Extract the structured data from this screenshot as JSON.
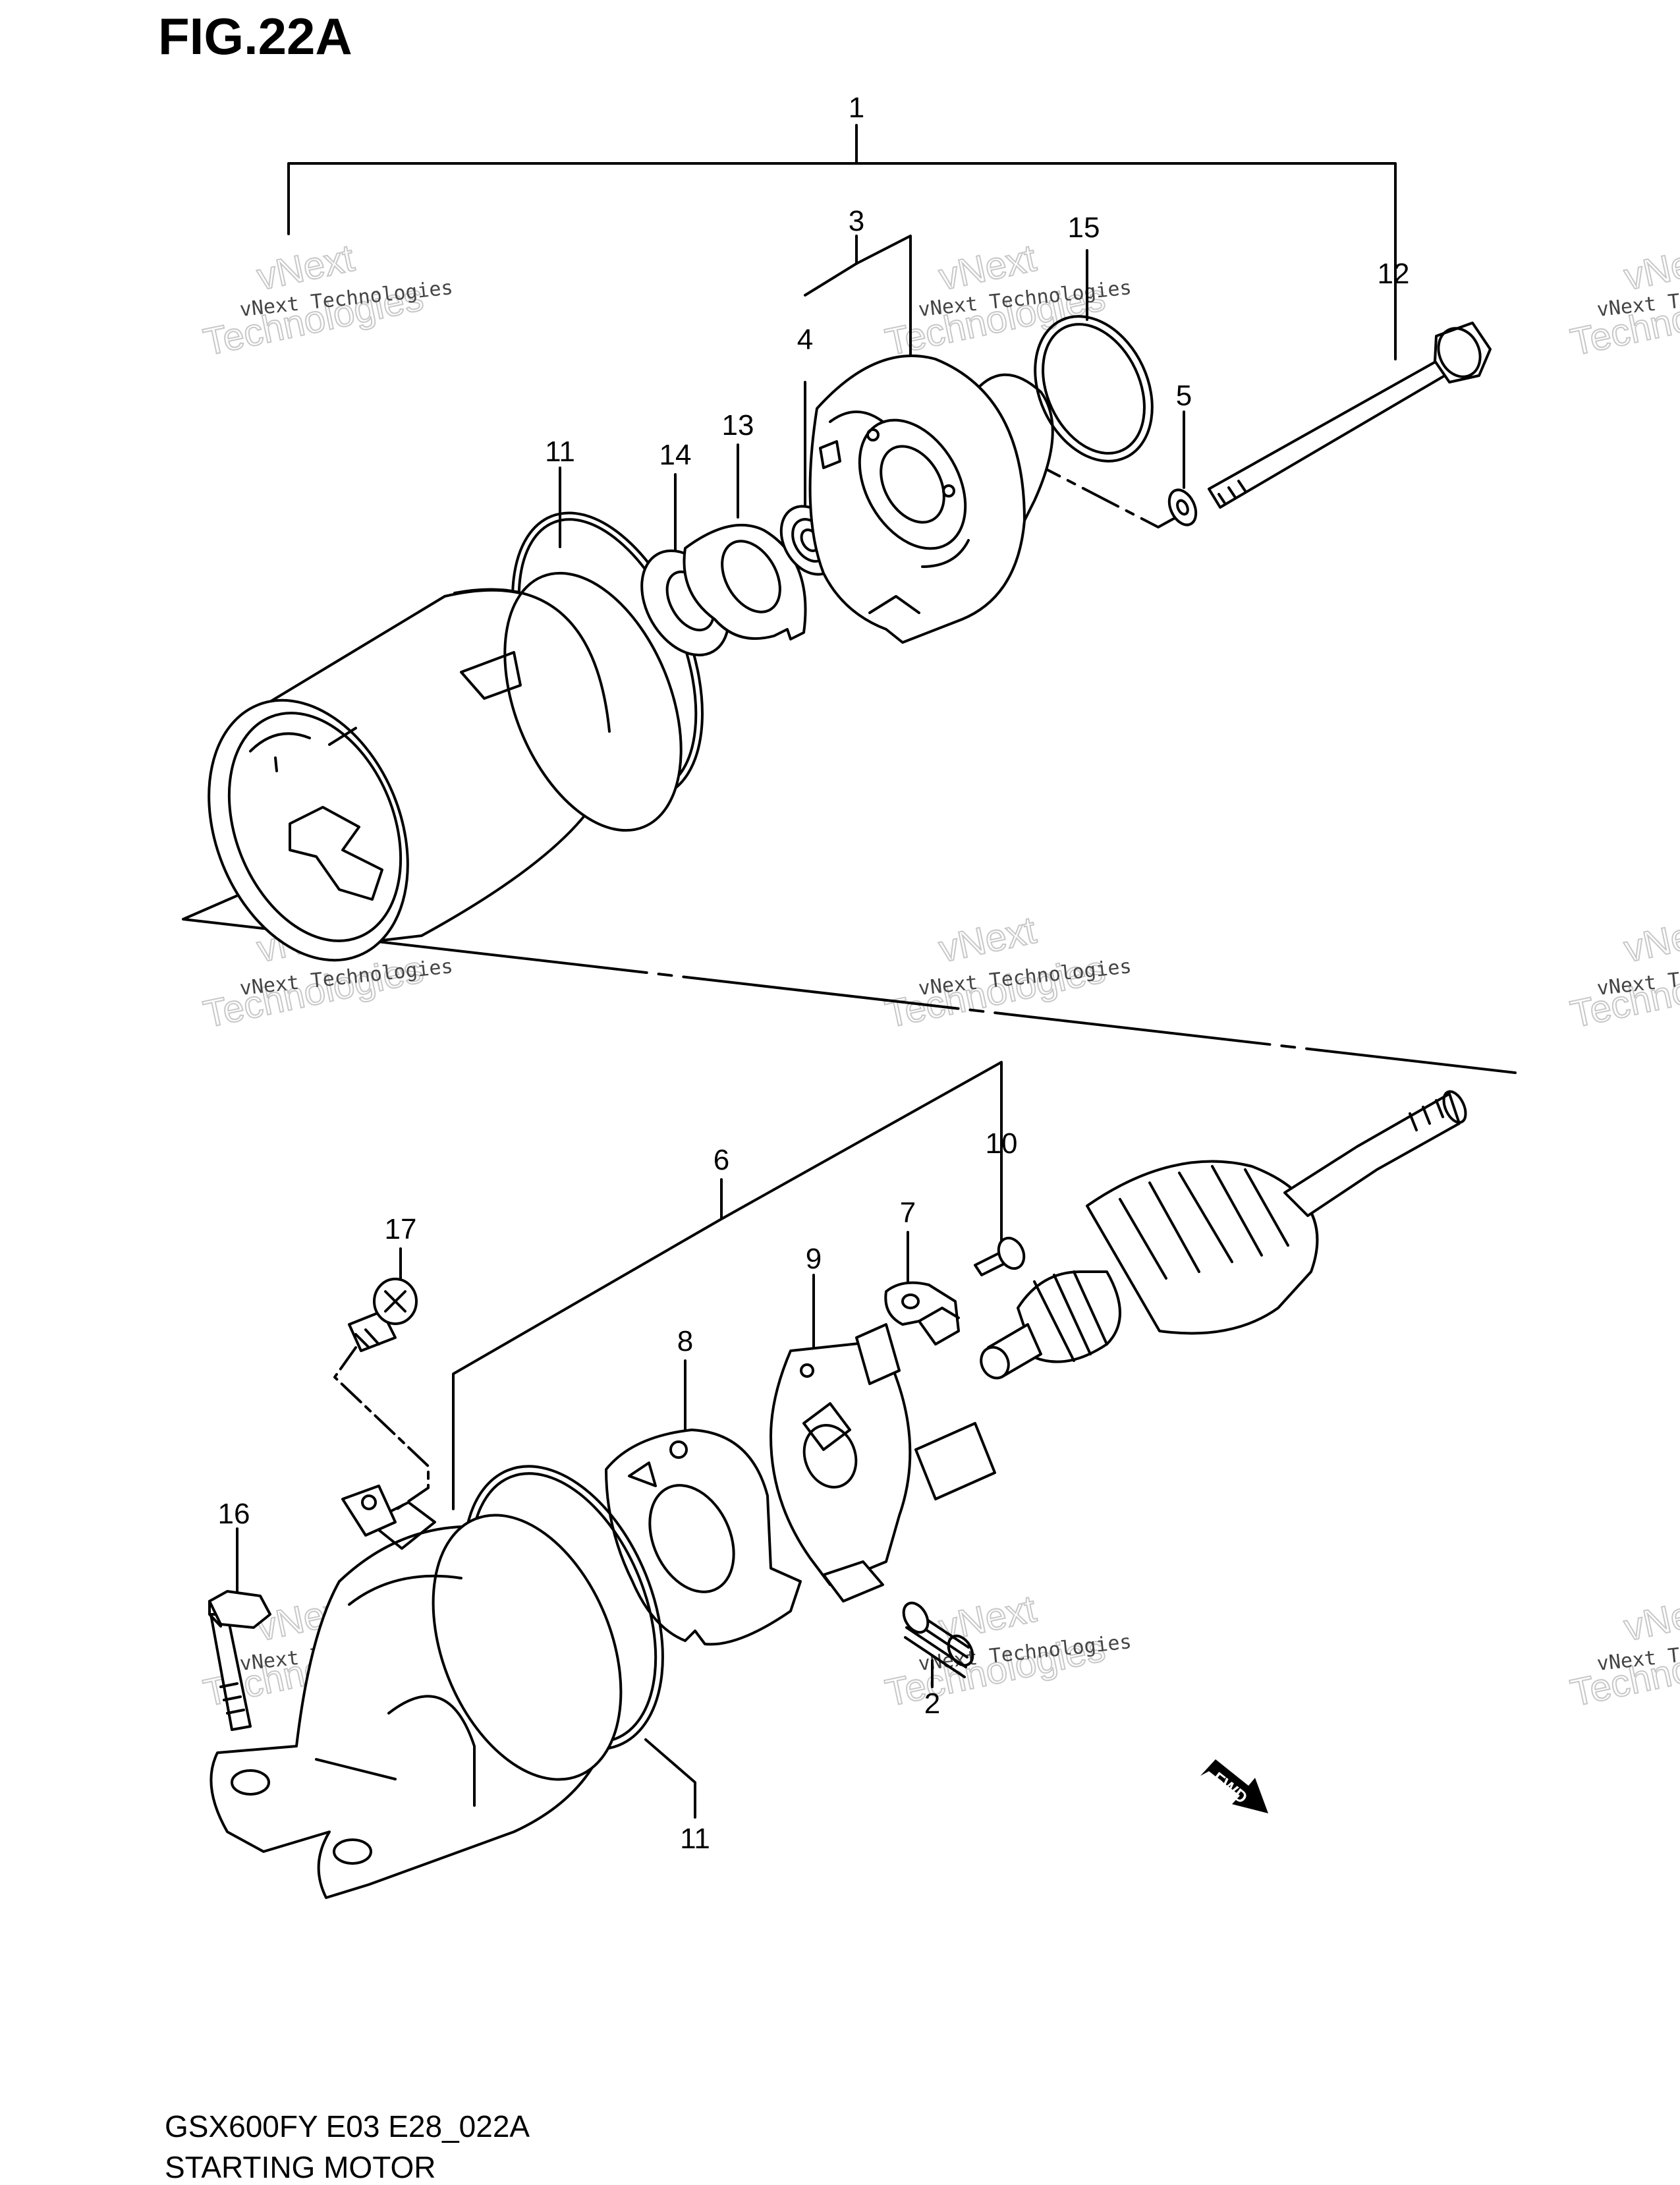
{
  "figure_title": "FIG.22A",
  "footer": {
    "code": "GSX600FY E03 E28_022A",
    "name": "STARTING MOTOR"
  },
  "watermark": {
    "line1": "vNext Technologies",
    "line2": "vNext",
    "line3": "Technologies"
  },
  "fwd_label": "FWD",
  "callouts": {
    "c1": "1",
    "c2": "2",
    "c3": "3",
    "c4": "4",
    "c5": "5",
    "c6": "6",
    "c7": "7",
    "c8": "8",
    "c9": "9",
    "c10": "10",
    "c11a": "11",
    "c11b": "11",
    "c12": "12",
    "c13": "13",
    "c14": "14",
    "c15": "15",
    "c16": "16",
    "c17": "17"
  }
}
